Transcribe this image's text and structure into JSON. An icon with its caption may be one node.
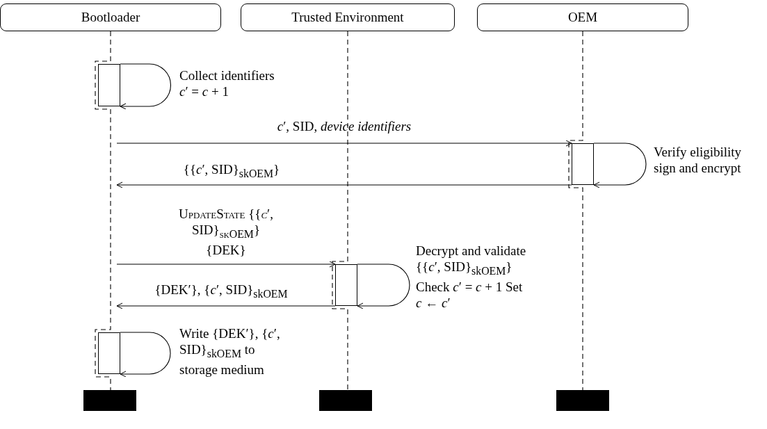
{
  "diagram": {
    "nodes": [
      {
        "text": [
          "Bootloader"
        ]
      },
      {
        "text": [
          "Trusted Environment"
        ]
      },
      {
        "text": [
          "OEM"
        ]
      },
      {
        "text": [],
        "shape": "bar"
      },
      {
        "text": [],
        "shape": "bar"
      },
      {
        "text": [],
        "shape": "bar"
      },
      {
        "text": [],
        "shape": "bar"
      },
      {
        "text": [],
        "shape": "bar"
      },
      {
        "text": [],
        "shape": "bar"
      },
      {
        "text": [],
        "shape": "bar"
      }
    ],
    "edges": [
      {
        "from": 0,
        "to": 7,
        "arrow": "none",
        "style": "dashed"
      },
      {
        "from": 1,
        "to": 8,
        "arrow": "none",
        "style": "dashed"
      },
      {
        "from": 2,
        "to": 9,
        "arrow": "none",
        "style": "dashed"
      },
      {
        "from": 3,
        "to": 3,
        "arrow": "to",
        "label": "Collect identifiers *c*′ = *c* + 1"
      },
      {
        "from": null,
        "to": 4,
        "arrow": "to",
        "label": "*c*′, SID, *device identifiers*"
      },
      {
        "from": 4,
        "to": 4,
        "arrow": "to",
        "label": "Verify eligibility sign and encrypt"
      },
      {
        "from": 4,
        "to": null,
        "arrow": "to",
        "label": "{{*c*′, SID}$_{skOEM}$}"
      },
      {
        "from": null,
        "to": 5,
        "arrow": "to",
        "label": "UpdateState {{*c*′, SID}$_{skOEM}$} {DEK}"
      },
      {
        "from": 5,
        "to": 5,
        "arrow": "to",
        "label": "Decrypt and validate {{*c*′, SID}$_{skOEM}$} Check *c*′ = *c* + 1 Set *c* ← *c*′"
      },
      {
        "from": 5,
        "to": null,
        "arrow": "to",
        "label": "{DEK′}, {*c*′, SID}$_{skOEM}$"
      },
      {
        "from": 6,
        "to": 6,
        "arrow": "to",
        "label": "Write {DEK′}, {*c*′, SID}$_{skOEM}$ to storage medium"
      }
    ]
  }
}
